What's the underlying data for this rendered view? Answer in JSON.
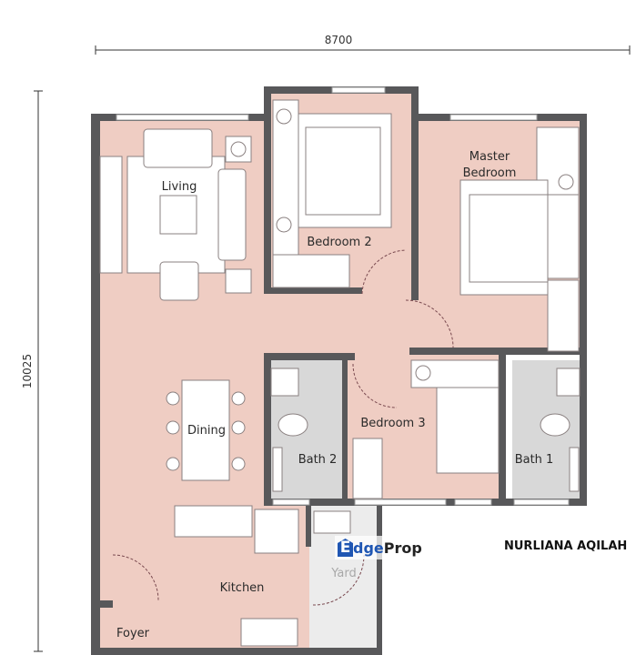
{
  "dimensions": {
    "width_label": "8700",
    "height_label": "10025"
  },
  "rooms": {
    "living": "Living",
    "bedroom2": "Bedroom 2",
    "master": "Master\nBedroom",
    "master_line1": "Master",
    "master_line2": "Bedroom",
    "dining": "Dining",
    "bedroom3": "Bedroom 3",
    "bath2": "Bath 2",
    "bath1": "Bath 1",
    "kitchen": "Kitchen",
    "foyer": "Foyer",
    "yard": "Yard"
  },
  "watermark": {
    "logo_text": "EdgeProp",
    "agent": "NURLIANA AQILAH"
  },
  "colors": {
    "floor": "#efcdc3",
    "wall": "#58585a",
    "wet_area": "#d8d8d8",
    "yard": "#ececec"
  }
}
